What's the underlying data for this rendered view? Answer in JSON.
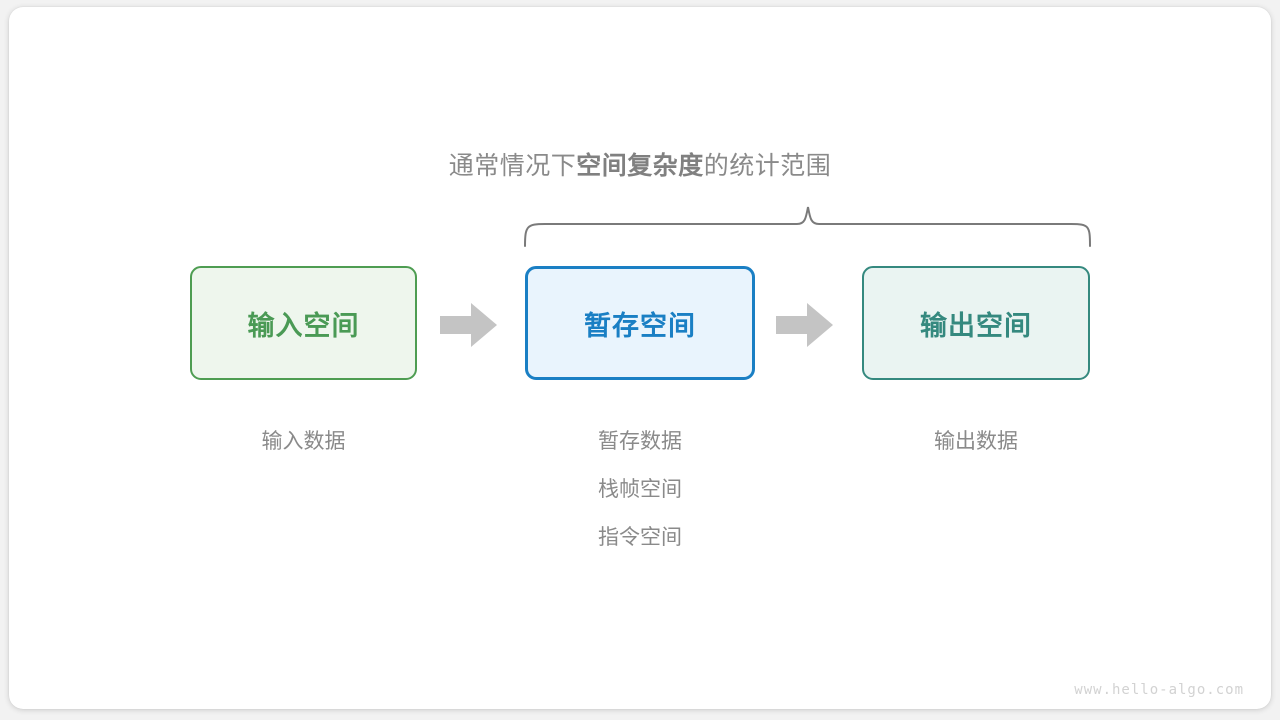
{
  "diagram": {
    "watermark": "www.hello-algo.com",
    "scope_label": {
      "prefix": "通常情况下",
      "emphasis": "空间复杂度",
      "suffix": "的统计范围"
    },
    "colors": {
      "background": "#f2f2f2",
      "card": "#ffffff",
      "input_border": "#4e9d52",
      "input_fill": "#eef6ed",
      "input_text": "#4a9a55",
      "temp_border": "#1a7fc4",
      "temp_fill": "#e9f4fd",
      "temp_text": "#1a7fc4",
      "output_border": "#35897f",
      "output_fill": "#eaf4f2",
      "output_text": "#35897f",
      "arrow": "#c4c4c4",
      "brace": "#7a7a7a",
      "caption_text": "#8a8a8a",
      "watermark_text": "#d2d2d2"
    },
    "stages": [
      {
        "id": "input",
        "box_label": "输入空间",
        "captions": [
          "输入数据"
        ]
      },
      {
        "id": "temp",
        "box_label": "暂存空间",
        "captions": [
          "暂存数据",
          "栈帧空间",
          "指令空间"
        ]
      },
      {
        "id": "output",
        "box_label": "输出空间",
        "captions": [
          "输出数据"
        ]
      }
    ],
    "arrows": [
      {
        "id": "arrow-input-to-temp",
        "glyph": "block-arrow-right"
      },
      {
        "id": "arrow-temp-to-output",
        "glyph": "block-arrow-right"
      }
    ]
  }
}
